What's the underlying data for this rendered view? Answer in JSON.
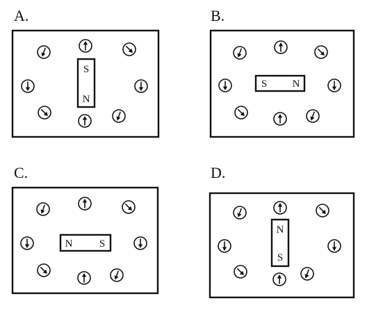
{
  "panels": [
    {
      "id": "A",
      "label": "A.",
      "magnet": {
        "orientation": "vertical",
        "poles": [
          "S",
          "N"
        ]
      },
      "compasses": [
        {
          "name": "top-left",
          "angle": 200
        },
        {
          "name": "top-center",
          "angle": 0
        },
        {
          "name": "top-right",
          "angle": 135
        },
        {
          "name": "left",
          "angle": 180
        },
        {
          "name": "right",
          "angle": 180
        },
        {
          "name": "bottom-left",
          "angle": 135
        },
        {
          "name": "bottom-center",
          "angle": 0
        },
        {
          "name": "bottom-right",
          "angle": 200
        }
      ]
    },
    {
      "id": "B",
      "label": "B.",
      "magnet": {
        "orientation": "horizontal",
        "poles": [
          "S",
          "N"
        ]
      },
      "compasses": [
        {
          "name": "top-left",
          "angle": 200
        },
        {
          "name": "top-center",
          "angle": 0
        },
        {
          "name": "top-right",
          "angle": 135
        },
        {
          "name": "left",
          "angle": 180
        },
        {
          "name": "right",
          "angle": 180
        },
        {
          "name": "bottom-left",
          "angle": 135
        },
        {
          "name": "bottom-center",
          "angle": 0
        },
        {
          "name": "bottom-right",
          "angle": 200
        }
      ]
    },
    {
      "id": "C",
      "label": "C.",
      "magnet": {
        "orientation": "horizontal",
        "poles": [
          "N",
          "S"
        ]
      },
      "compasses": [
        {
          "name": "top-left",
          "angle": 200
        },
        {
          "name": "top-center",
          "angle": 0
        },
        {
          "name": "top-right",
          "angle": 135
        },
        {
          "name": "left",
          "angle": 180
        },
        {
          "name": "right",
          "angle": 180
        },
        {
          "name": "bottom-left",
          "angle": 135
        },
        {
          "name": "bottom-center",
          "angle": 0
        },
        {
          "name": "bottom-right",
          "angle": 200
        }
      ]
    },
    {
      "id": "D",
      "label": "D.",
      "magnet": {
        "orientation": "vertical",
        "poles": [
          "N",
          "S"
        ]
      },
      "compasses": [
        {
          "name": "top-left",
          "angle": 200
        },
        {
          "name": "top-center",
          "angle": 0
        },
        {
          "name": "top-right",
          "angle": 135
        },
        {
          "name": "left",
          "angle": 180
        },
        {
          "name": "right",
          "angle": 180
        },
        {
          "name": "bottom-left",
          "angle": 135
        },
        {
          "name": "bottom-center",
          "angle": 0
        },
        {
          "name": "bottom-right",
          "angle": 200
        }
      ]
    }
  ]
}
